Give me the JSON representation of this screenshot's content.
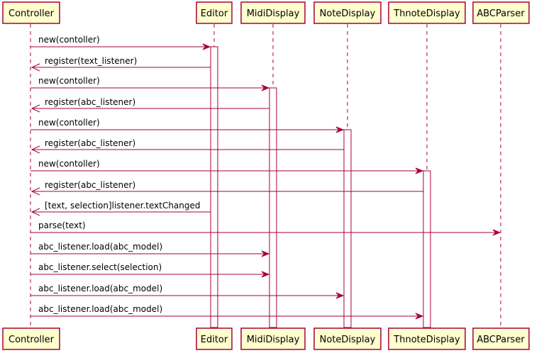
{
  "participants": [
    {
      "id": "controller",
      "label": "Controller"
    },
    {
      "id": "editor",
      "label": "Editor"
    },
    {
      "id": "mididisplay",
      "label": "MidiDisplay"
    },
    {
      "id": "notedisplay",
      "label": "NoteDisplay"
    },
    {
      "id": "thnotedisplay",
      "label": "ThnoteDisplay"
    },
    {
      "id": "abcparser",
      "label": "ABCParser"
    }
  ],
  "messages": [
    {
      "from": "controller",
      "to": "editor",
      "label": "new(contoller)"
    },
    {
      "from": "editor",
      "to": "controller",
      "label": "register(text_listener)"
    },
    {
      "from": "controller",
      "to": "mididisplay",
      "label": "new(contoller)"
    },
    {
      "from": "mididisplay",
      "to": "controller",
      "label": "register(abc_listener)"
    },
    {
      "from": "controller",
      "to": "notedisplay",
      "label": "new(contoller)"
    },
    {
      "from": "notedisplay",
      "to": "controller",
      "label": "register(abc_listener)"
    },
    {
      "from": "controller",
      "to": "thnotedisplay",
      "label": "new(contoller)"
    },
    {
      "from": "thnotedisplay",
      "to": "controller",
      "label": "register(abc_listener)"
    },
    {
      "from": "editor",
      "to": "controller",
      "label": "[text, selection]listener.textChanged"
    },
    {
      "from": "controller",
      "to": "abcparser",
      "label": "parse(text)"
    },
    {
      "from": "controller",
      "to": "mididisplay",
      "label": "abc_listener.load(abc_model)"
    },
    {
      "from": "controller",
      "to": "mididisplay",
      "label": "abc_listener.select(selection)"
    },
    {
      "from": "controller",
      "to": "notedisplay",
      "label": "abc_listener.load(abc_model)"
    },
    {
      "from": "controller",
      "to": "thnotedisplay",
      "label": "abc_listener.load(abc_model)"
    }
  ],
  "colors": {
    "participant_fill": "#FEFECE",
    "line": "#A80036"
  }
}
